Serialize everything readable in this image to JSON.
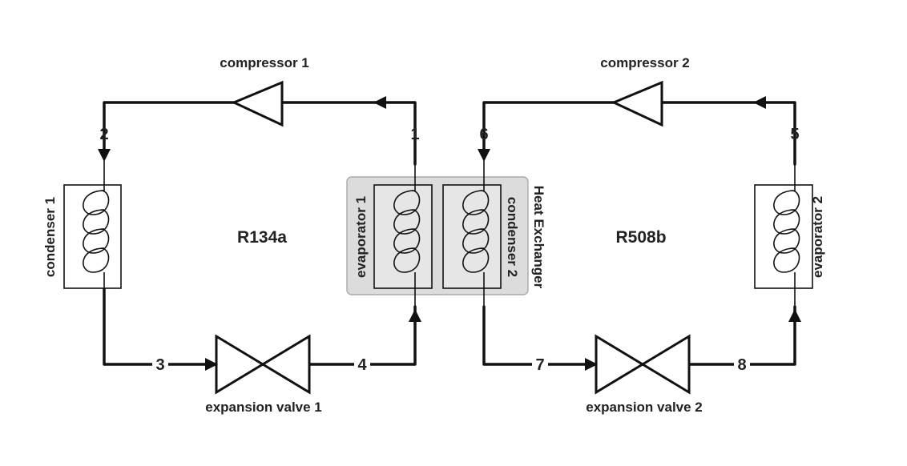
{
  "labels": {
    "compressor_1": "compressor 1",
    "compressor_2": "compressor 2",
    "condenser_1": "condenser 1",
    "condenser_2": "condenser 2",
    "evaporator_1": "evaporator 1",
    "evaporator_2": "evaporator 2",
    "expansion_valve_1": "expansion valve 1",
    "expansion_valve_2": "expansion valve 2",
    "heat_exchanger": "Heat Exchanger",
    "refrigerant_1": "R134a",
    "refrigerant_2": "R508b"
  },
  "points": {
    "p1": "1",
    "p2": "2",
    "p3": "3",
    "p4": "4",
    "p5": "5",
    "p6": "6",
    "p7": "7",
    "p8": "8"
  }
}
